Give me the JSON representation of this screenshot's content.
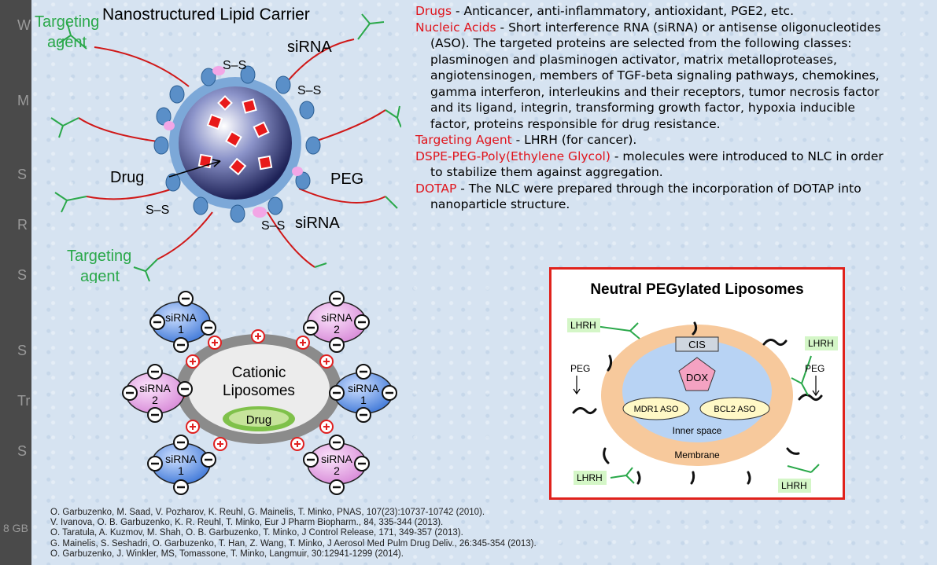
{
  "sidebar": {
    "items": [
      "W",
      "M",
      "S",
      "R",
      "S",
      "S",
      "Tr",
      "S",
      "8 GB"
    ]
  },
  "nlc": {
    "title": "Nanostructured Lipid Carrier",
    "targeting_top": [
      "Targeting",
      "agent"
    ],
    "targeting_bottom": [
      "Targeting",
      "agent"
    ],
    "sirna_top": "siRNA",
    "sirna_bottom": "siRNA",
    "drug": "Drug",
    "peg": "PEG",
    "ss": "S–S"
  },
  "desc": {
    "drugs_key": "Drugs",
    "drugs_val": " - Anticancer, anti-inflammatory, antioxidant, PGE2, etc.",
    "nucleic_key": "Nucleic Acids",
    "nucleic_val": " - Short interference RNA (siRNA) or antisense oligonucleotides",
    "nucleic_lines": [
      "(ASO). The targeted proteins are selected from the following classes:",
      "plasminogen and plasminogen activator, matrix metalloproteases,",
      "angiotensinogen, members of TGF-beta signaling pathways, chemokines,",
      "gamma interferon, interleukins and their receptors, tumor necrosis factor",
      "and its ligand, integrin, transforming growth factor, hypoxia inducible",
      "factor, proteins responsible for drug resistance."
    ],
    "targeting_key": "Targeting Agent",
    "targeting_val": " - LHRH (for cancer).",
    "dspe_key": "DSPE-PEG-Poly(Ethylene Glycol)",
    "dspe_val": " - molecules were introduced to NLC in order",
    "dspe_line2": "to stabilize them against aggregation.",
    "dotap_key": "DOTAP",
    "dotap_val": " -  The NLC were prepared through the incorporation of DOTAP  into",
    "dotap_line2": "nanoparticle structure."
  },
  "cationic": {
    "center": [
      "Cationic",
      "Liposomes"
    ],
    "drug": "Drug",
    "sirna": "siRNA",
    "n1": "1",
    "n2": "2"
  },
  "neutral": {
    "title": "Neutral PEGylated Liposomes",
    "cis": "CIS",
    "dox": "DOX",
    "mdr1": "MDR1 ASO",
    "bcl2": "BCL2 ASO",
    "inner": "Inner space",
    "membrane": "Membrane",
    "lhrh": "LHRH",
    "peg": "PEG"
  },
  "refs": [
    "O. Garbuzenko, M. Saad, V. Pozharov, K. Reuhl, G. Mainelis, T. Minko, PNAS, 107(23):10737-10742 (2010).",
    "V. Ivanova, O. B. Garbuzenko, K. R. Reuhl, T. Minko, Eur J Pharm Biopharm.,  84, 335-344 (2013).",
    "O. Taratula, A. Kuzmov, M. Shah, O. B. Garbuzenko, T. Minko, J Control Release, 171, 349-357 (2013).",
    "G. Mainelis, S. Seshadri, O. Garbuzenko, T. Han, Z. Wang, T. Minko, J Aerosol Med Pulm Drug Deliv., 26:345-354 (2013).",
    "O. Garbuzenko, J. Winkler, MS, Tomassone, T. Minko, Langmuir, 30:12941-1299 (2014)."
  ]
}
